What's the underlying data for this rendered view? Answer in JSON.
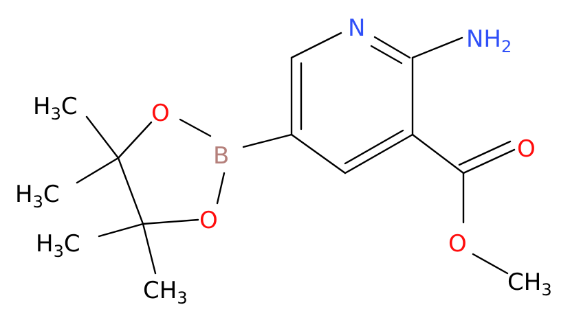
{
  "colors": {
    "bond": "#000000",
    "nitrogen": "#3050F8",
    "oxygen": "#FF0D0D",
    "boron": "#B5807B",
    "carbon": "#000000"
  },
  "atoms": {
    "ring_n": "N",
    "amine_n": "NH",
    "amine_sub": "2",
    "carbonyl_o": "O",
    "ester_o": "O",
    "boron": "B",
    "dioxaborolane_o1": "O",
    "dioxaborolane_o2": "O",
    "ester_methyl": "CH",
    "ester_methyl_sub": "3",
    "methyl_1_h": "H",
    "methyl_1_sub": "3",
    "methyl_1_c": "C",
    "methyl_2_h": "H",
    "methyl_2_sub": "3",
    "methyl_2_c": "C",
    "methyl_3_h": "H",
    "methyl_3_sub": "3",
    "methyl_3_c": "C",
    "methyl_4_c": "CH",
    "methyl_4_sub": "3"
  }
}
